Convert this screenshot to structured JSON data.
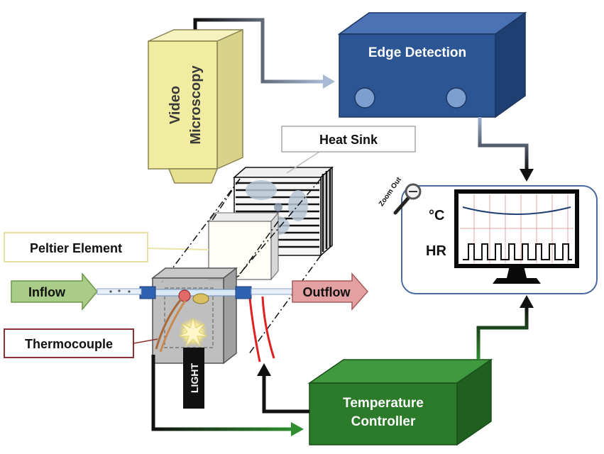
{
  "labels": {
    "video_microscopy_line1": "Video",
    "video_microscopy_line2": "Microscopy",
    "edge_detection": "Edge Detection",
    "heat_sink": "Heat Sink",
    "peltier_element": "Peltier Element",
    "inflow": "Inflow",
    "outflow": "Outflow",
    "thermocouple": "Thermocouple",
    "light": "LIGHT",
    "temperature_controller_line1": "Temperature",
    "temperature_controller_line2": "Controller",
    "zoom_out": "Zoom Out",
    "monitor_celsius": "°C",
    "monitor_hr": "HR"
  },
  "colors": {
    "microscope_yellow": "#f0eca0",
    "edge_blue": "#2c5594",
    "controller_green": "#2a7a2a",
    "inflow_green": "#a9cc88",
    "outflow_red": "#e3a1a1",
    "thermocouple_border": "#8b3030",
    "monitor_border": "#4a6aa0",
    "tubing_red": "#e02020"
  },
  "monitor": {
    "hr_pulse_count": 8
  }
}
